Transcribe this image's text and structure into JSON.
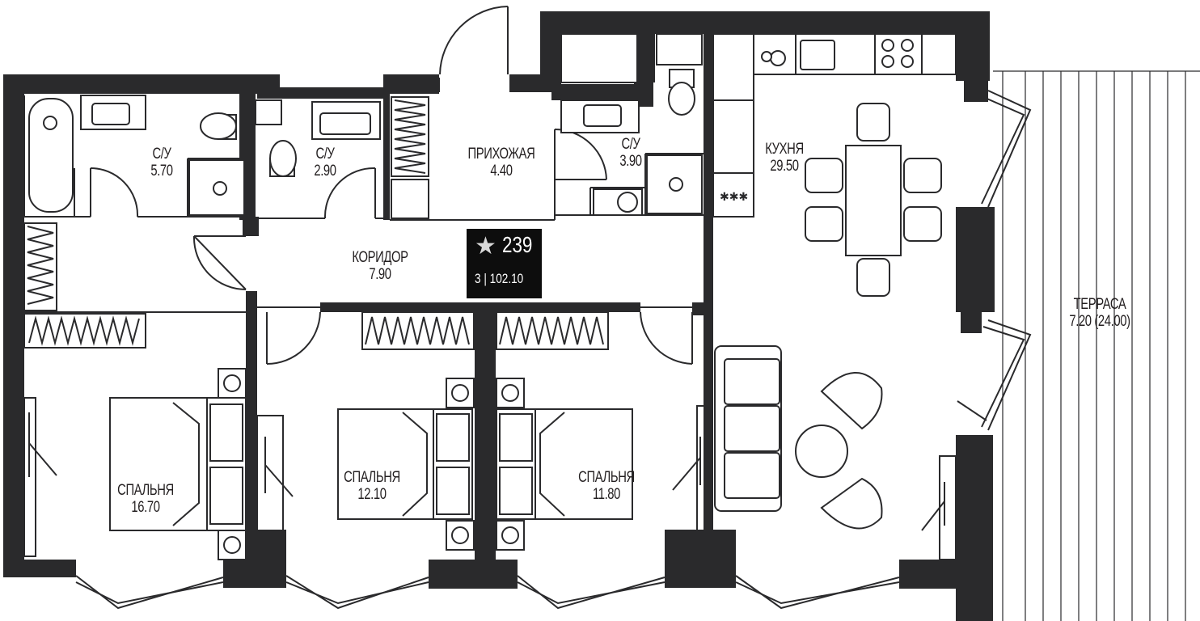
{
  "rooms": {
    "bath1": {
      "name": "С/У",
      "area": "5.70"
    },
    "bath2": {
      "name": "С/У",
      "area": "2.90"
    },
    "hall": {
      "name": "ПРИХОЖАЯ",
      "area": "4.40"
    },
    "bath3": {
      "name": "С/У",
      "area": "3.90"
    },
    "kitchen": {
      "name": "КУХНЯ",
      "area": "29.50"
    },
    "corridor": {
      "name": "КОРИДОР",
      "area": "7.90"
    },
    "bed1": {
      "name": "СПАЛЬНЯ",
      "area": "16.70"
    },
    "bed2": {
      "name": "СПАЛЬНЯ",
      "area": "12.10"
    },
    "bed3": {
      "name": "СПАЛЬНЯ",
      "area": "11.80"
    },
    "terrace": {
      "name": "ТЕРРАСА",
      "area": "7.20 (24.00)"
    }
  },
  "badge": {
    "star": "★",
    "number": "239",
    "rooms_area": "3 | 102.10"
  },
  "colors": {
    "wall": "#2a2a2c",
    "badge_bg": "#0d0d0d",
    "badge_text": "#ffffff"
  }
}
